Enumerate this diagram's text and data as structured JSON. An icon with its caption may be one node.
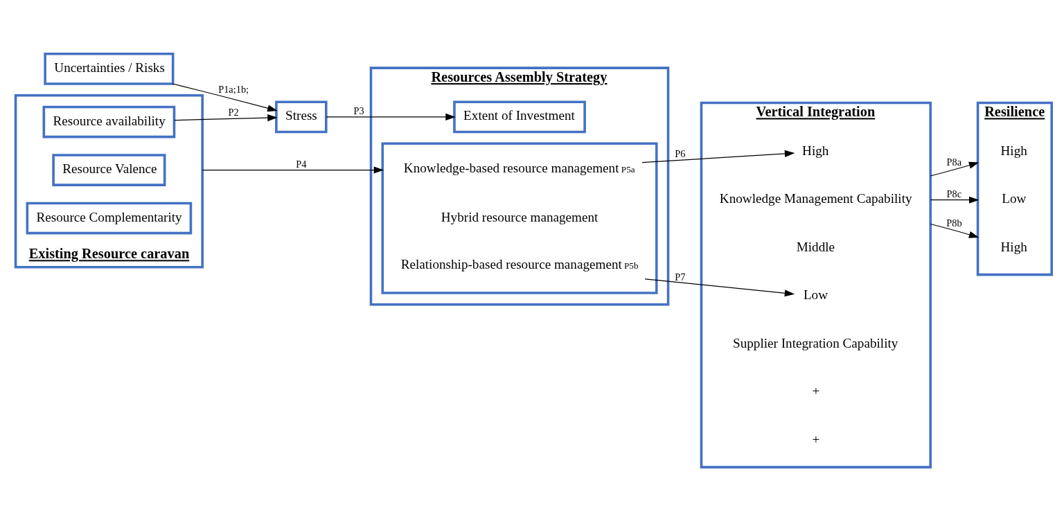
{
  "diagram": {
    "nodes": [
      {
        "text": [
          "Uncertainties / Risks"
        ]
      },
      {
        "text": [
          "Stress"
        ]
      },
      {
        "text": [
          "Existing Resource caravan"
        ]
      },
      {
        "text": [
          "Resource availability"
        ],
        "in": 2
      },
      {
        "text": [
          "Resource Valence"
        ],
        "in": 2
      },
      {
        "text": [
          "Resource Complementarity"
        ],
        "in": 2
      },
      {
        "text": [
          "Resources Assembly Strategy"
        ]
      },
      {
        "text": [
          "Extent of Investment"
        ],
        "in": 6
      },
      {
        "text": [],
        "shape": "box",
        "in": 6
      },
      {
        "text": [
          "Knowledge-based resource management"
        ],
        "beside": [
          "P5a"
        ],
        "in": 8
      },
      {
        "text": [
          "Hybrid resource management"
        ],
        "in": 8
      },
      {
        "text": [
          "Relationship-based resource management"
        ],
        "beside": [
          "P5b"
        ],
        "in": 8
      },
      {
        "text": [
          "Vertical Integration"
        ]
      },
      {
        "text": [
          "High"
        ],
        "in": 12
      },
      {
        "text": [
          "Knowledge Management Capability"
        ],
        "in": 12
      },
      {
        "text": [
          "Middle"
        ],
        "in": 12
      },
      {
        "text": [
          "Low"
        ],
        "in": 12
      },
      {
        "text": [
          "Supplier Integration Capability"
        ],
        "in": 12
      },
      {
        "text": [
          "Resilience"
        ]
      },
      {
        "text": [
          "High"
        ],
        "in": 18
      },
      {
        "text": [
          "Low"
        ],
        "in": 18
      },
      {
        "text": [
          "High"
        ],
        "in": 18
      }
    ],
    "edges": [
      {
        "from": 0,
        "to": 1,
        "arrow": "to",
        "label": "P1a;1b;"
      },
      {
        "from": 3,
        "to": 1,
        "arrow": "to",
        "label": "P2"
      },
      {
        "from": 1,
        "to": 7,
        "arrow": "to",
        "label": "P3"
      },
      {
        "from": 2,
        "to": 8,
        "arrow": "to",
        "label": "P4"
      },
      {
        "from": 9,
        "to": 13,
        "arrow": "to",
        "label": "P6"
      },
      {
        "from": 11,
        "to": 16,
        "arrow": "to",
        "label": "P7"
      },
      {
        "from": 12,
        "to": 18,
        "arrow": "to",
        "label": "P8a"
      },
      {
        "from": 12,
        "to": 18,
        "arrow": "to",
        "label": "P8c"
      },
      {
        "from": 12,
        "to": 18,
        "arrow": "to",
        "label": "P8b"
      }
    ],
    "labels": [
      "+",
      "+"
    ]
  }
}
